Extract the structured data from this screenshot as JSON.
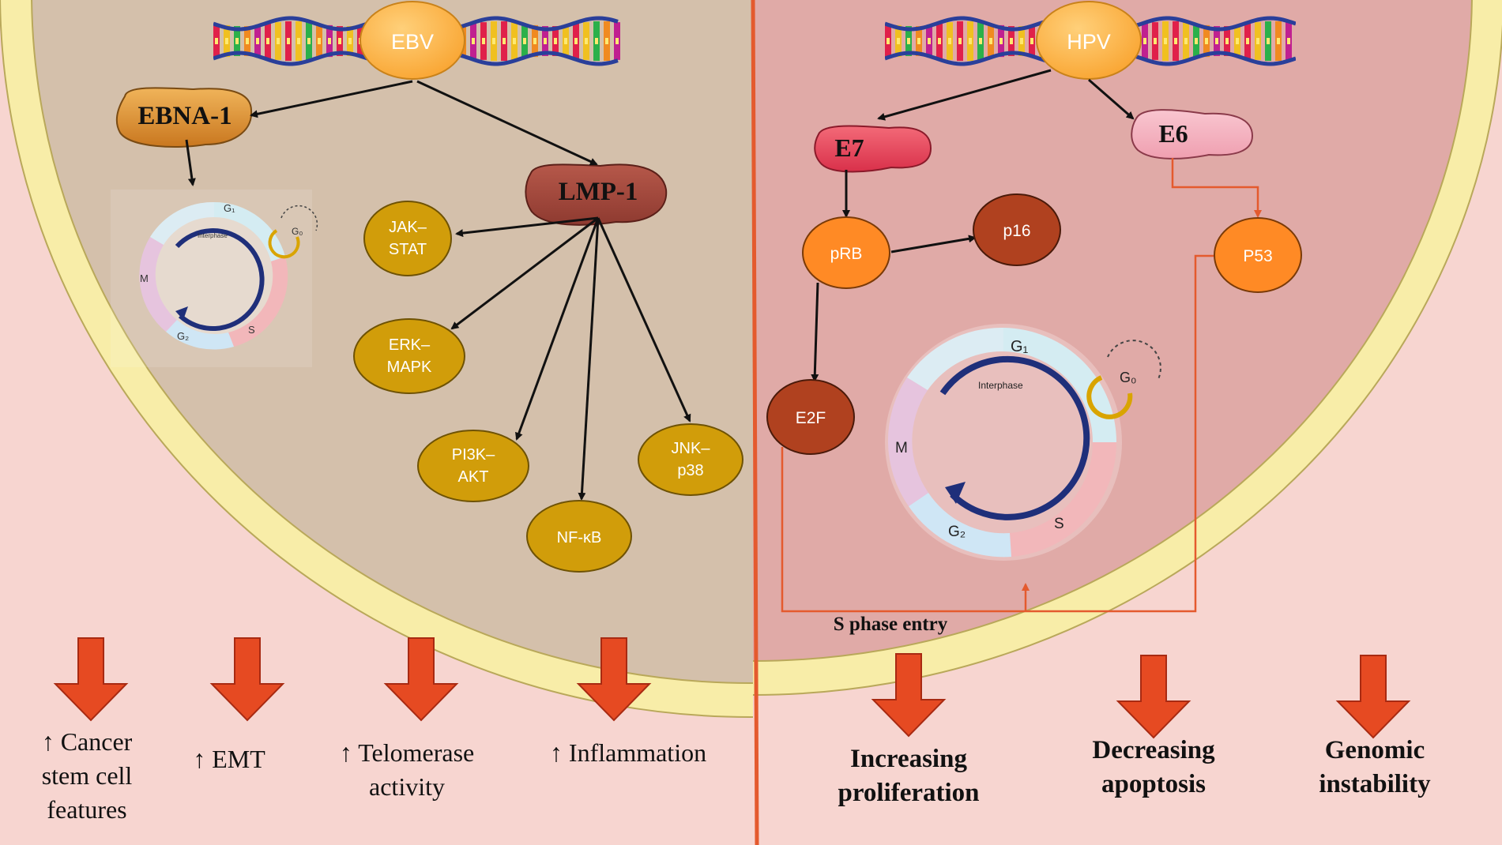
{
  "viruses": {
    "ebv": "EBV",
    "hpv": "HPV"
  },
  "ebv_proteins": {
    "ebna1": "EBNA-1",
    "lmp1": "LMP-1"
  },
  "ebv_pathways": {
    "jak_stat": [
      "JAK–",
      "STAT"
    ],
    "erk_mapk": [
      "ERK–",
      "MAPK"
    ],
    "pi3k_akt": [
      "PI3K–",
      "AKT"
    ],
    "nf_kb": [
      "NF-κB"
    ],
    "jnk_p38": [
      "JNK–",
      "p38"
    ]
  },
  "hpv_proteins": {
    "e7": "E7",
    "e6": "E6"
  },
  "hpv_nodes": {
    "prb": "pRB",
    "p16": "p16",
    "p53": "P53",
    "e2f": "E2F"
  },
  "cell_cycle": {
    "g1": "G₁",
    "g0": "G₀",
    "m": "M",
    "g2": "G₂",
    "s": "S",
    "interphase": "Interphase"
  },
  "s_phase_label": "S phase entry",
  "ebv_outcomes": [
    [
      "↑ Cancer",
      "stem cell",
      "features"
    ],
    [
      "↑ EMT"
    ],
    [
      "↑ Telomerase",
      "activity"
    ],
    [
      "↑ Inflammation"
    ]
  ],
  "hpv_outcomes": [
    [
      "Increasing",
      "proliferation"
    ],
    [
      "Decreasing",
      "apoptosis"
    ],
    [
      "Genomic",
      "instability"
    ]
  ],
  "colors": {
    "background": "#f7d5d0",
    "membrane": "#f8eda8",
    "ebv_cytoplasm": "#d4c0ab",
    "hpv_cytoplasm": "#e0aaa7",
    "virus_oval": "#ffb13b",
    "pathway_gold": "#d19d0a",
    "node_orange": "#ff8a25",
    "node_brown": "#b0411f",
    "down_arrow": "#e64a22",
    "divider": "#e45a2e"
  }
}
